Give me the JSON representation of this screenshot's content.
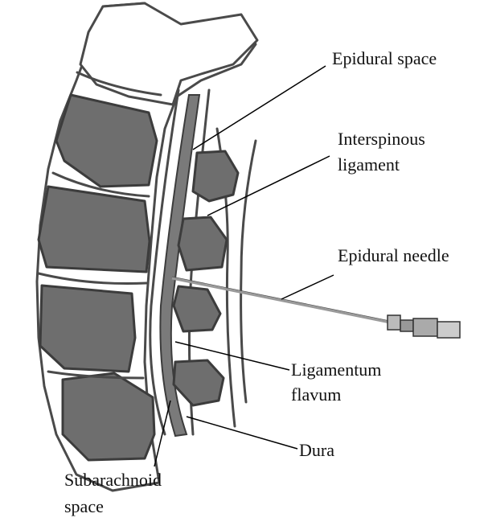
{
  "labels": {
    "epidural_space": "Epidural space",
    "interspinous_line1": "Interspinous",
    "interspinous_line2": "ligament",
    "epidural_needle": "Epidural needle",
    "ligamentum_line1": "Ligamentum",
    "ligamentum_line2": "flavum",
    "dura": "Dura",
    "subarachnoid_line1": "Subarachnoid",
    "subarachnoid_line2": "space"
  },
  "colors": {
    "bone_outline": "#4a4a4a",
    "vertebral_body_fill": "#6e6e6e",
    "dura_fill": "#7a7a7a",
    "needle": "#9a9a9a",
    "label_text": "#111111"
  }
}
